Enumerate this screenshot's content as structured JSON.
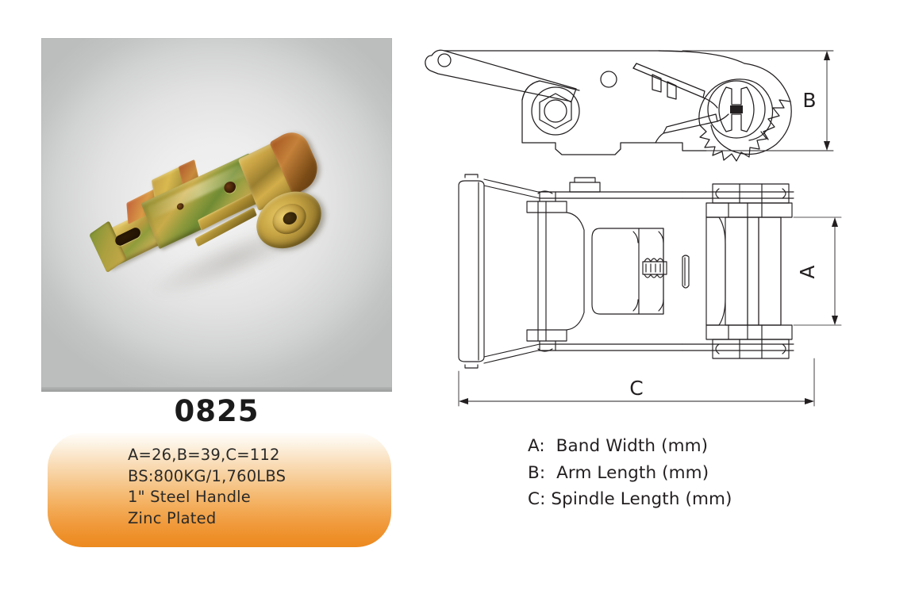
{
  "product": {
    "model_number": "0825",
    "photo_alt": "zinc-plated-ratchet-buckle-photo"
  },
  "spec_badge": {
    "lines": [
      "A=26,B=39,C=112",
      "BS:800KG/1,760LBS",
      "1\" Steel Handle",
      "Zinc Plated"
    ],
    "dimensions": {
      "A": 26,
      "B": 39,
      "C": 112
    },
    "breaking_strength_kg": "800KG",
    "breaking_strength_lbs": "1,760LBS",
    "handle": "1\" Steel Handle",
    "finish": "Zinc Plated"
  },
  "legend": {
    "rows": [
      {
        "key": "A:",
        "text": "Band Width (mm)"
      },
      {
        "key": "B:",
        "text": "Arm Length (mm)"
      },
      {
        "key": "C:",
        "text": "Spindle Length (mm)"
      }
    ]
  },
  "drawings": {
    "side_view": {
      "name": "side-elevation-line-drawing",
      "dimension_label": "B"
    },
    "top_view": {
      "name": "plan-view-line-drawing",
      "dimension_label_vertical": "A",
      "dimension_label_horizontal": "C"
    }
  },
  "colors": {
    "background": "#ffffff",
    "badge_top": "#fffdfa",
    "badge_bottom": "#ec8a20",
    "text": "#231f20",
    "line": "#231f20",
    "photo_panel": "#e2e2e2"
  }
}
